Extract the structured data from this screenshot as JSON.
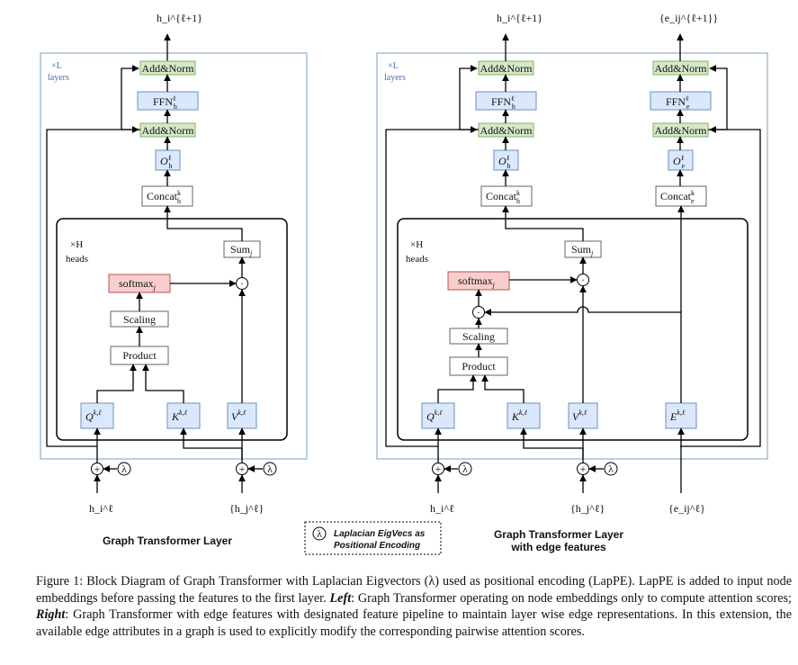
{
  "left": {
    "output_label": "h_i^{ℓ+1}",
    "layers_mult": "×L",
    "layers_word": "layers",
    "heads_mult": "×H",
    "heads_word": "heads",
    "add_norm_top": "Add&Norm",
    "ffn": "FFN",
    "ffn_sup": "ℓ",
    "ffn_sub": "h",
    "add_norm_mid": "Add&Norm",
    "o": "O",
    "o_sup": "ℓ",
    "o_sub": "h",
    "concat": "Concat",
    "concat_sup": "k",
    "concat_sub": "h",
    "sum": "Sum",
    "sum_sub": "j",
    "softmax": "softmax",
    "softmax_sub": "j",
    "scaling": "Scaling",
    "product": "Product",
    "q": "Q",
    "k": "K",
    "v": "V",
    "kl_sup": "k,ℓ",
    "input_h": "h_i^ℓ",
    "input_hj": "{h_j^ℓ}",
    "title": "Graph Transformer Layer"
  },
  "right": {
    "output_h": "h_i^{ℓ+1}",
    "output_e": "{e_ij^{ℓ+1}}",
    "layers_mult": "×L",
    "layers_word": "layers",
    "heads_mult": "×H",
    "heads_word": "heads",
    "add_norm": "Add&Norm",
    "ffn": "FFN",
    "ffn_sup": "ℓ",
    "ffn_sub_h": "h",
    "ffn_sub_e": "e",
    "o": "O",
    "o_sup": "ℓ",
    "o_sub_h": "h",
    "o_sub_e": "e",
    "concat": "Concat",
    "concat_sup": "k",
    "concat_sub_h": "h",
    "concat_sub_e": "e",
    "sum": "Sum",
    "sum_sub": "j",
    "softmax": "softmax",
    "softmax_sub": "j",
    "scaling": "Scaling",
    "product": "Product",
    "q": "Q",
    "k": "K",
    "v": "V",
    "e": "E",
    "kl_sup": "k,ℓ",
    "input_h": "h_i^ℓ",
    "input_hj": "{h_j^ℓ}",
    "input_e": "{e_ij^ℓ}",
    "title_line1": "Graph Transformer Layer",
    "title_line2": "with edge features"
  },
  "legend": {
    "symbol": "λ",
    "line1": "Laplacian EigVecs as",
    "line2": "Positional Encoding"
  },
  "plus": "+",
  "dot": "·",
  "lambda": "λ",
  "caption": {
    "part1": "Figure 1: Block Diagram of Graph Transformer with Laplacian Eigvectors (λ) used as positional encoding (LapPE). LapPE is added to input node embeddings before passing the features to the first layer. ",
    "left_word": "Left",
    "part2": ": Graph Transformer operating on node embeddings only to compute attention scores; ",
    "right_word": "Right",
    "part3": ": Graph Transformer with edge features with designated feature pipeline to maintain layer wise edge representations. In this extension, the available edge attributes in a graph is used to explicitly modify the corresponding pairwise attention scores."
  },
  "colors": {
    "add_norm_fill": "#d5e8c8",
    "add_norm_stroke": "#82b366",
    "blue_fill": "#dae8fc",
    "blue_stroke": "#6c8ebf",
    "red_fill": "#f8cecc",
    "red_stroke": "#b85450",
    "gray_stroke": "#666666",
    "layer_stroke": "#7a9cc6"
  }
}
